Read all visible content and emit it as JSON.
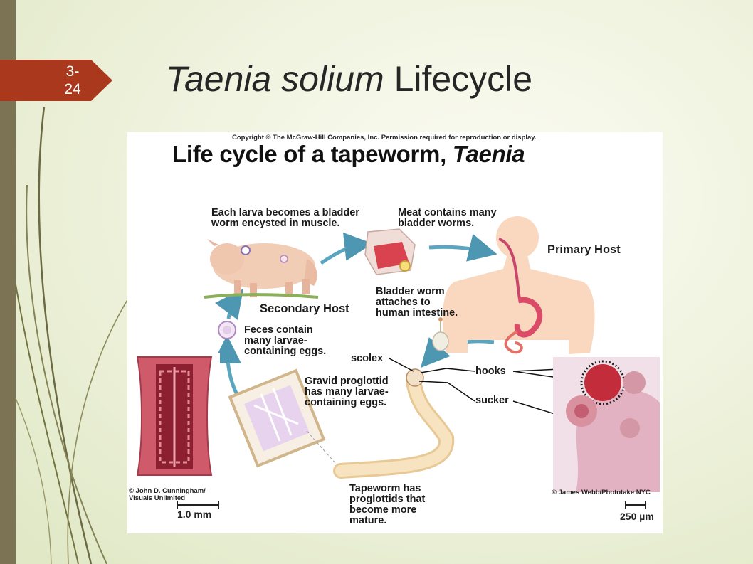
{
  "slide": {
    "number": "3-\n24",
    "title_italic": "Taenia solium",
    "title_rest": " Lifecycle"
  },
  "figure": {
    "copyright": "Copyright © The McGraw-Hill Companies, Inc. Permission required for reproduction or display.",
    "title_main": "Life cycle of a tapeworm, ",
    "title_italic": "Taenia",
    "labels": {
      "larva": "Each larva becomes a bladder\nworm encysted in muscle.",
      "meat": "Meat contains many\nbladder worms.",
      "primary_host": "Primary Host",
      "secondary_host": "Secondary Host",
      "bladder_attach": "Bladder worm\nattaches to\nhuman intestine.",
      "feces": "Feces contain\nmany larvae-\ncontaining eggs.",
      "scolex": "scolex",
      "hooks": "hooks",
      "sucker": "sucker",
      "gravid": "Gravid proglottid\nhas many larvae-\ncontaining eggs.",
      "tapeworm": "Tapeworm has\nproglottids that\nbecome more\nmature."
    },
    "credits": {
      "left": "© John D. Cunningham/\nVisuals Unlimited",
      "right": "© James Webb/Phototake NYC"
    },
    "scales": {
      "left": "1.0 mm",
      "right": "250 µm"
    }
  }
}
